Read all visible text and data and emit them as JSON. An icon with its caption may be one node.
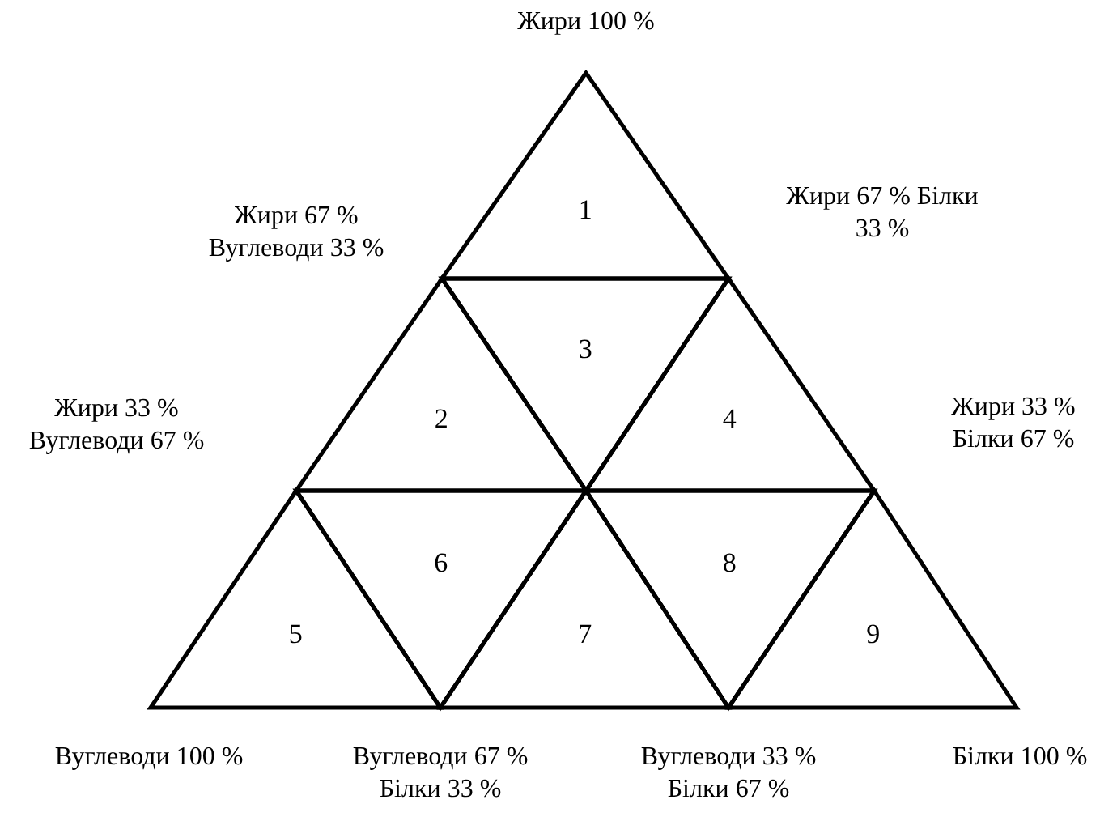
{
  "diagram": {
    "nodes": [
      {
        "text": [
          "1"
        ]
      },
      {
        "text": [
          "2"
        ]
      },
      {
        "text": [
          "3"
        ]
      },
      {
        "text": [
          "4"
        ]
      },
      {
        "text": [
          "5"
        ]
      },
      {
        "text": [
          "6"
        ]
      },
      {
        "text": [
          "7"
        ]
      },
      {
        "text": [
          "8"
        ]
      },
      {
        "text": [
          "9"
        ]
      }
    ],
    "edges": [],
    "labels": [
      "Жири 100 %",
      "Жири 67 % Вуглеводи 33 %",
      "Жири 67 % Білки 33 %",
      "Жири 33 % Вуглеводи 67 %",
      "Жири 33 % Білки 67 %",
      "Вуглеводи 100 %",
      "Вуглеводи 67 % Білки 33 %",
      "Вуглеводи 33 % Білки 67 %",
      "Білки 100 %"
    ]
  }
}
